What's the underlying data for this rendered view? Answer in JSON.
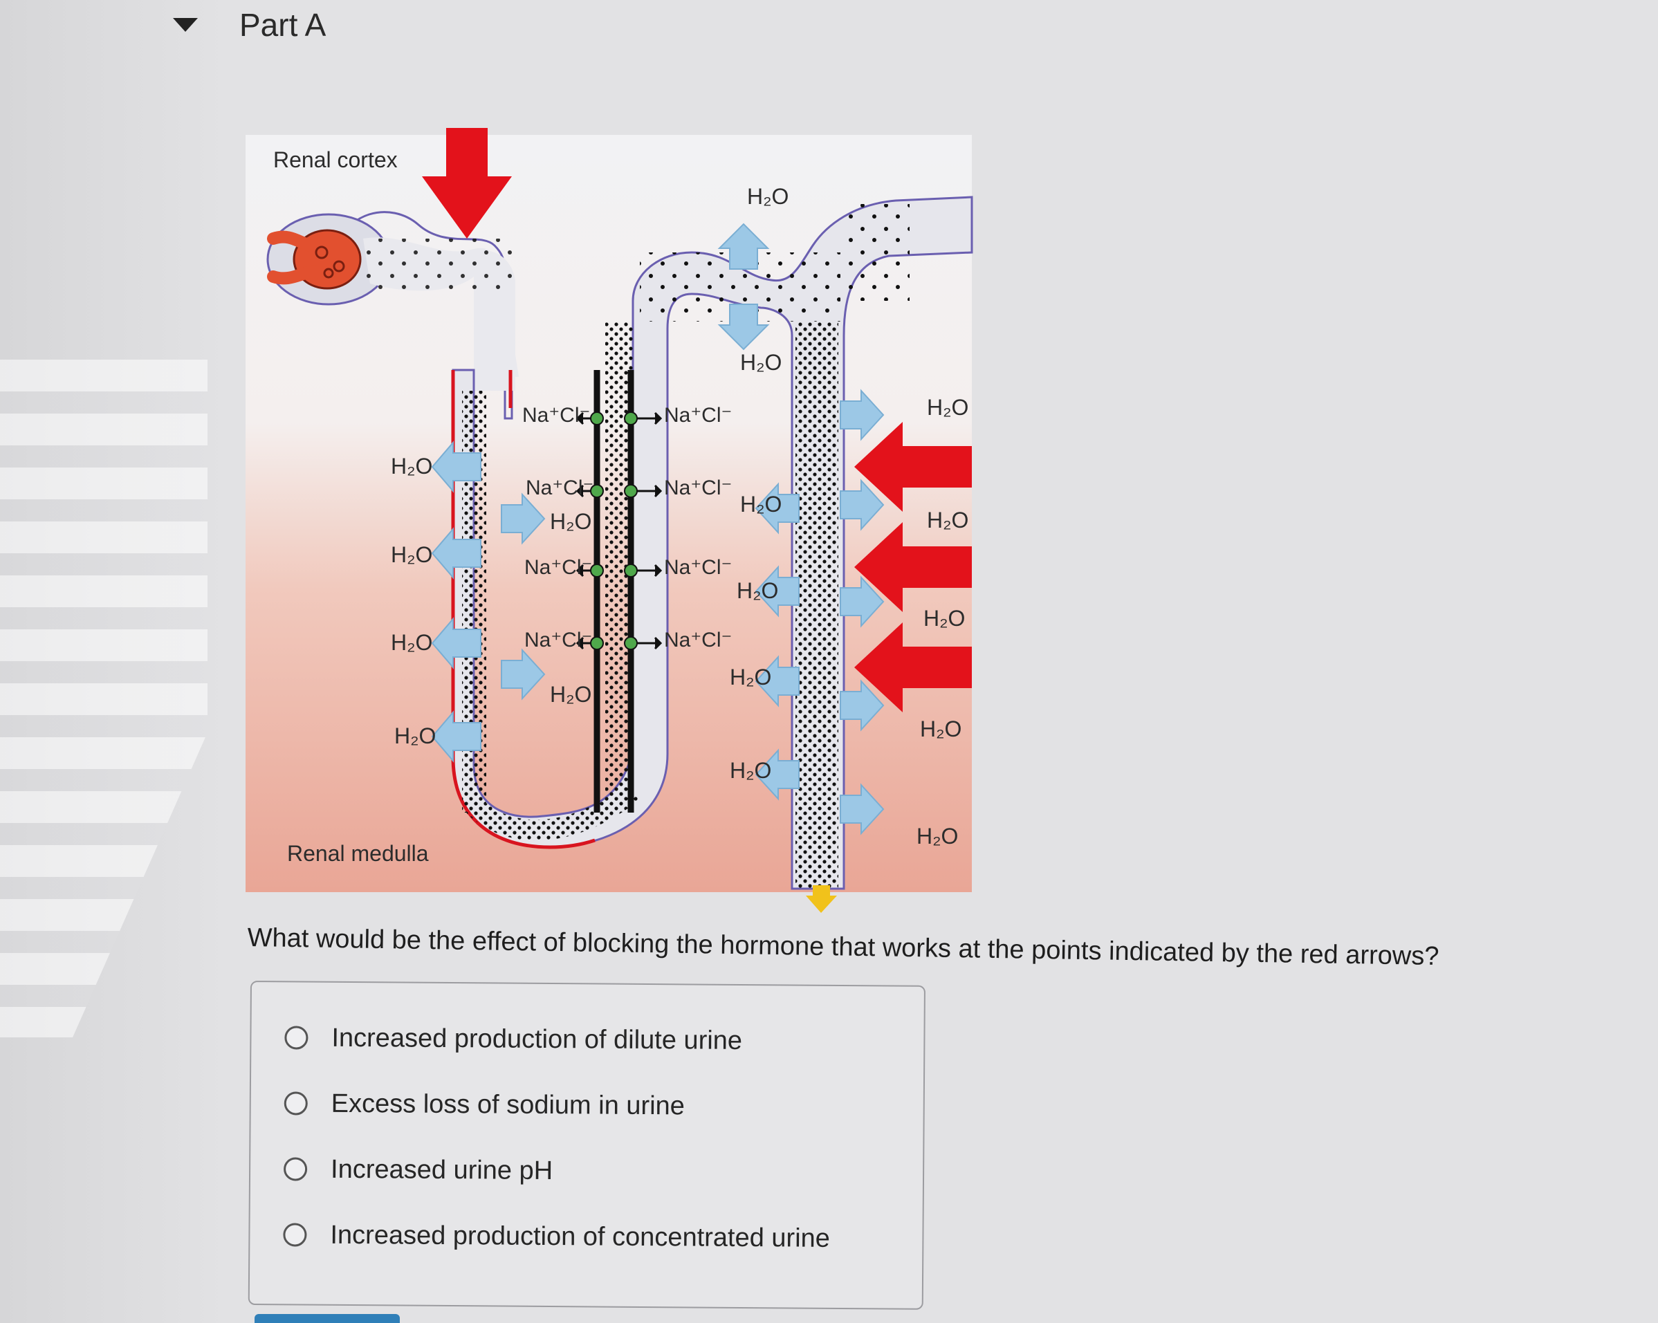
{
  "part": {
    "title": "Part A"
  },
  "figure": {
    "labels": {
      "cortex": "Renal cortex",
      "medulla": "Renal medulla",
      "water": "H₂O",
      "nacl": "Na⁺Cl⁻"
    }
  },
  "question": {
    "text": "What would be the effect of blocking the hormone that works at the points indicated by the red arrows?"
  },
  "options": [
    {
      "label": "Increased production of dilute urine"
    },
    {
      "label": "Excess loss of sodium in urine"
    },
    {
      "label": "Increased urine pH"
    },
    {
      "label": "Increased production of concentrated urine"
    }
  ],
  "colors": {
    "gradient_top": "#f2f2f4",
    "gradient_bottom": "#e9a696",
    "red_arrow": "#e3121b",
    "water_arrow": "#9cc8e6",
    "glomerulus": "#e2502f"
  }
}
